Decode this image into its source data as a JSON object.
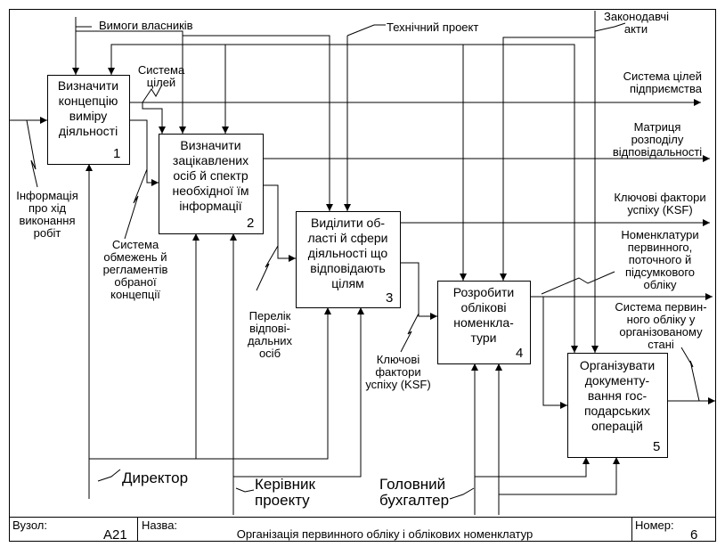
{
  "boxes": [
    {
      "label": "Визначити\nконцепцію\nвиміру\nдіяльності",
      "number": "1"
    },
    {
      "label": "Визначити\nзацікавлених\nосіб й спектр\nнеобхідної їм\nінформації",
      "number": "2"
    },
    {
      "label": "Виділити об-\nласті й сфери\nдіяльності що\nвідповідають\nцілям",
      "number": "3"
    },
    {
      "label": "Розробити\nоблікові\nноменкла-\nтури",
      "number": "4"
    },
    {
      "label": "Організувати\nдокументу-\nвання гос-\nподарських\nоперацій",
      "number": "5"
    }
  ],
  "controls": {
    "owners_requirements": "Вимоги власників",
    "technical_project": "Технічний проект",
    "legislative_acts": "Законодавчі\nакти"
  },
  "inputs": {
    "work_info": "Інформація\nпро хід\nвиконання\nробіт"
  },
  "outputs": {
    "goal_system": "Система\nцілей",
    "enterprise_goals": "Система цілей\nпідприємства",
    "responsibility_matrix": "Матриця\nрозподілу\nвідповідальності",
    "ksf_1": "Ключові фактори\nуспіху (KSF)",
    "nomenclatures": "Номенклатури\nпервинного,\nпоточного й\nпідсумкового\nобліку",
    "accounting_system": "Система первин-\nного обліку у\nорганізованому\nстані"
  },
  "internal": {
    "constraints": "Система\nобмежень й\nрегламентів\nобраної\nконцепції",
    "responsible_list": "Перелік\nвідпові-\nдальних\nосіб",
    "ksf_2": "Ключові\nфактори\nуспіху (KSF)"
  },
  "mechanisms": {
    "director": "Директор",
    "project_manager": "Керівник\nпроекту",
    "chief_accountant": "Головний\nбухгалтер"
  },
  "footer": {
    "node_label": "Вузол:",
    "node_value": "A21",
    "name_label": "Назва:",
    "name_value": "Організація первинного обліку і облікових номенклатур",
    "number_label": "Номер:",
    "number_value": "6"
  }
}
